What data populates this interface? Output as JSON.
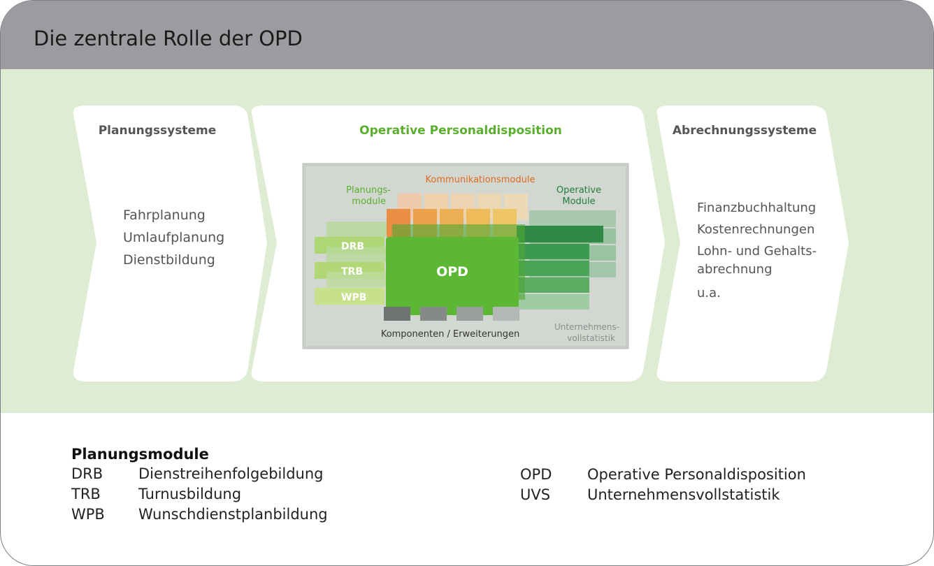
{
  "page": {
    "title": "Die zentrale Rolle der OPD"
  },
  "columns": {
    "planning": {
      "title": "Planungssysteme",
      "items": [
        "Fahrplanung",
        "Umlaufplanung",
        "Dienstbildung"
      ]
    },
    "opd": {
      "title": "Operative Personaldisposition",
      "diagram": {
        "comm_label": "Kommunikationsmodule",
        "planning_label": [
          "Planungs-",
          "module"
        ],
        "operative_label": [
          "Operative",
          "Module"
        ],
        "core_label": "OPD",
        "plan_blocks": [
          "DRB",
          "TRB",
          "WPB"
        ],
        "components_label": "Komponenten / Erweiterungen",
        "uvs_label": [
          "Unternehmens-",
          "vollstatistik"
        ]
      }
    },
    "billing": {
      "title": "Abrechnungssysteme",
      "items": [
        "Finanzbuchhaltung",
        "Kostenrechnungen",
        "Lohn- und Gehalts-",
        "abrechnung",
        "u.a."
      ]
    }
  },
  "legend": {
    "heading": "Planungsmodule",
    "left": [
      {
        "abbr": "DRB",
        "text": "Dienstreihenfolgebildung"
      },
      {
        "abbr": "TRB",
        "text": "Turnusbildung"
      },
      {
        "abbr": "WPB",
        "text": "Wunschdienstplanbildung"
      }
    ],
    "right": [
      {
        "abbr": "OPD",
        "text": "Operative Personaldisposition"
      },
      {
        "abbr": "UVS",
        "text": "Unternehmensvollstatistik"
      }
    ]
  },
  "colors": {
    "header": "#9b9c9f",
    "band": "#deecd3",
    "accent_green": "#5aae2e",
    "orange": "#dd6a1d",
    "dark_green": "#1f7d3a",
    "light_green": "#b9d77a"
  }
}
